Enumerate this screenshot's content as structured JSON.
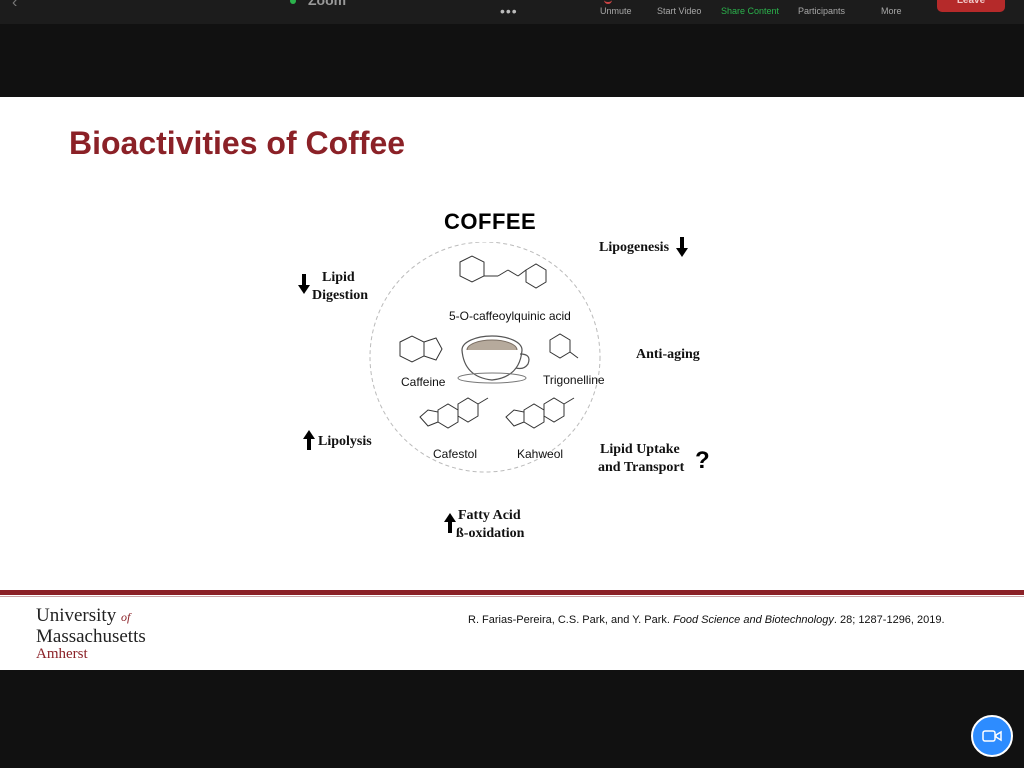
{
  "toolbar": {
    "app_logo": "Zoom",
    "more_dots": "•••",
    "unmute_label": "Unmute",
    "start_video_label": "Start Video",
    "share_content_label": "Share Content",
    "participants_label": "Participants",
    "more_label": "More",
    "leave_label": "Leave"
  },
  "slide": {
    "title": "Bioactivities of Coffee",
    "center_heading": "COFFEE",
    "compounds": {
      "c1": "5-O-caffeoylquinic acid",
      "c2": "Caffeine",
      "c3": "Trigonelline",
      "c4": "Cafestol",
      "c5": "Kahweol"
    },
    "effects": {
      "lipid_digestion_1": "Lipid",
      "lipid_digestion_2": "Digestion",
      "lipogenesis": "Lipogenesis",
      "anti_aging": "Anti-aging",
      "lipolysis": "Lipolysis",
      "lipid_uptake_1": "Lipid Uptake",
      "lipid_uptake_2": "and Transport",
      "fatty_acid_1": "Fatty Acid",
      "fatty_acid_2": "ß-oxidation",
      "question_mark": "?"
    },
    "footer": {
      "univ_line1": "University",
      "univ_of": "of",
      "univ_line2": "Massachusetts",
      "univ_line3": "Amherst",
      "citation_authors": "R. Farias-Pereira, C.S. Park, and Y. Park. ",
      "citation_journal": "Food Science and Biotechnology",
      "citation_rest": ". 28; 1287-1296, 2019."
    },
    "colors": {
      "title": "#8b2127",
      "accent_bar": "#8b2127"
    }
  },
  "video_button_icon": "video-camera-icon"
}
